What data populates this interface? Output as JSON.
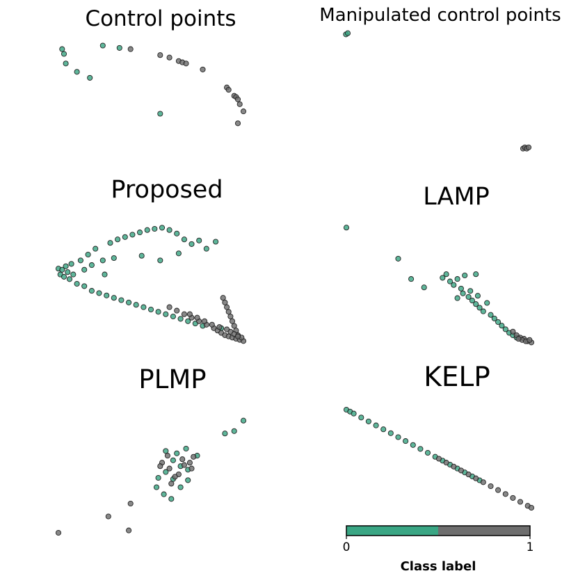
{
  "colors": {
    "class0": "#3aa684",
    "class1": "#6e6e6e",
    "edge": "#222222"
  },
  "chart_data": [
    {
      "type": "scatter",
      "title": "Control points",
      "grid": false,
      "axes_visible": false,
      "xlim": [
        0,
        1
      ],
      "ylim": [
        0,
        1
      ],
      "points": [
        [
          0.02,
          0.88,
          0
        ],
        [
          0.03,
          0.84,
          0
        ],
        [
          0.04,
          0.76,
          0
        ],
        [
          0.1,
          0.69,
          0
        ],
        [
          0.17,
          0.64,
          0
        ],
        [
          0.24,
          0.91,
          0
        ],
        [
          0.33,
          0.89,
          0
        ],
        [
          0.55,
          0.34,
          0
        ],
        [
          0.39,
          0.88,
          1
        ],
        [
          0.55,
          0.83,
          1
        ],
        [
          0.6,
          0.81,
          1
        ],
        [
          0.65,
          0.78,
          1
        ],
        [
          0.67,
          0.77,
          1
        ],
        [
          0.69,
          0.76,
          1
        ],
        [
          0.78,
          0.71,
          1
        ],
        [
          0.91,
          0.56,
          1
        ],
        [
          0.92,
          0.54,
          1
        ],
        [
          0.95,
          0.49,
          1
        ],
        [
          0.96,
          0.48,
          1
        ],
        [
          0.97,
          0.46,
          1
        ],
        [
          0.98,
          0.42,
          1
        ],
        [
          1.0,
          0.36,
          1
        ],
        [
          0.97,
          0.26,
          1
        ]
      ]
    },
    {
      "type": "scatter",
      "title": "Manipulated control points",
      "grid": false,
      "axes_visible": false,
      "xlim": [
        0,
        1
      ],
      "ylim": [
        0,
        1
      ],
      "points": [
        [
          0.02,
          0.98,
          0
        ],
        [
          0.03,
          0.99,
          0
        ],
        [
          0.97,
          0.02,
          1
        ],
        [
          0.98,
          0.03,
          1
        ],
        [
          0.99,
          0.02,
          1
        ],
        [
          1.0,
          0.03,
          1
        ]
      ]
    },
    {
      "type": "scatter",
      "title": "Proposed",
      "grid": false,
      "axes_visible": false,
      "xlim": [
        0,
        1
      ],
      "ylim": [
        0,
        1
      ],
      "points": [
        [
          0.0,
          0.63,
          0
        ],
        [
          0.01,
          0.58,
          0
        ],
        [
          0.02,
          0.62,
          0
        ],
        [
          0.03,
          0.56,
          0
        ],
        [
          0.04,
          0.65,
          0
        ],
        [
          0.05,
          0.6,
          0
        ],
        [
          0.06,
          0.54,
          0
        ],
        [
          0.07,
          0.67,
          0
        ],
        [
          0.08,
          0.58,
          0
        ],
        [
          0.1,
          0.5,
          0
        ],
        [
          0.12,
          0.7,
          0
        ],
        [
          0.14,
          0.48,
          0
        ],
        [
          0.16,
          0.75,
          0
        ],
        [
          0.18,
          0.44,
          0
        ],
        [
          0.2,
          0.8,
          0
        ],
        [
          0.22,
          0.42,
          0
        ],
        [
          0.24,
          0.7,
          0
        ],
        [
          0.26,
          0.4,
          0
        ],
        [
          0.28,
          0.85,
          0
        ],
        [
          0.3,
          0.38,
          0
        ],
        [
          0.32,
          0.88,
          0
        ],
        [
          0.34,
          0.36,
          0
        ],
        [
          0.36,
          0.9,
          0
        ],
        [
          0.38,
          0.34,
          0
        ],
        [
          0.4,
          0.92,
          0
        ],
        [
          0.42,
          0.32,
          0
        ],
        [
          0.44,
          0.94,
          0
        ],
        [
          0.46,
          0.3,
          0
        ],
        [
          0.48,
          0.96,
          0
        ],
        [
          0.5,
          0.28,
          0
        ],
        [
          0.52,
          0.97,
          0
        ],
        [
          0.54,
          0.26,
          0
        ],
        [
          0.56,
          0.98,
          0
        ],
        [
          0.58,
          0.24,
          0
        ],
        [
          0.6,
          0.96,
          0
        ],
        [
          0.62,
          0.22,
          0
        ],
        [
          0.64,
          0.93,
          0
        ],
        [
          0.66,
          0.2,
          0
        ],
        [
          0.68,
          0.88,
          0
        ],
        [
          0.7,
          0.18,
          0
        ],
        [
          0.72,
          0.84,
          0
        ],
        [
          0.74,
          0.16,
          0
        ],
        [
          0.76,
          0.87,
          0
        ],
        [
          0.78,
          0.14,
          0
        ],
        [
          0.8,
          0.8,
          0
        ],
        [
          0.85,
          0.86,
          0
        ],
        [
          0.88,
          0.12,
          0
        ],
        [
          0.14,
          0.62,
          0
        ],
        [
          0.18,
          0.66,
          0
        ],
        [
          0.25,
          0.58,
          0
        ],
        [
          0.3,
          0.72,
          0
        ],
        [
          0.45,
          0.74,
          0
        ],
        [
          0.55,
          0.7,
          0
        ],
        [
          0.65,
          0.76,
          0
        ],
        [
          0.6,
          0.3,
          1
        ],
        [
          0.64,
          0.27,
          1
        ],
        [
          0.68,
          0.24,
          1
        ],
        [
          0.72,
          0.21,
          1
        ],
        [
          0.76,
          0.18,
          1
        ],
        [
          0.8,
          0.15,
          1
        ],
        [
          0.84,
          0.12,
          1
        ],
        [
          0.86,
          0.1,
          1
        ],
        [
          0.88,
          0.08,
          1
        ],
        [
          0.9,
          0.06,
          1
        ],
        [
          0.92,
          0.05,
          1
        ],
        [
          0.94,
          0.04,
          1
        ],
        [
          0.96,
          0.03,
          1
        ],
        [
          0.98,
          0.02,
          1
        ],
        [
          1.0,
          0.01,
          1
        ],
        [
          0.89,
          0.38,
          1
        ],
        [
          0.9,
          0.34,
          1
        ],
        [
          0.91,
          0.3,
          1
        ],
        [
          0.92,
          0.26,
          1
        ],
        [
          0.93,
          0.22,
          1
        ],
        [
          0.94,
          0.18,
          1
        ],
        [
          0.95,
          0.14,
          1
        ],
        [
          0.96,
          0.1,
          1
        ],
        [
          0.97,
          0.06,
          1
        ],
        [
          0.99,
          0.04,
          1
        ],
        [
          0.93,
          0.09,
          1
        ],
        [
          0.95,
          0.07,
          1
        ],
        [
          0.97,
          0.05,
          1
        ],
        [
          0.91,
          0.11,
          1
        ],
        [
          0.87,
          0.13,
          1
        ],
        [
          0.83,
          0.15,
          1
        ],
        [
          0.79,
          0.18,
          1
        ],
        [
          0.75,
          0.21,
          1
        ],
        [
          0.71,
          0.24,
          1
        ]
      ]
    },
    {
      "type": "scatter",
      "title": "LAMP",
      "grid": false,
      "axes_visible": false,
      "xlim": [
        0,
        1
      ],
      "ylim": [
        0,
        1
      ],
      "points": [
        [
          0.0,
          0.97,
          0
        ],
        [
          0.28,
          0.71,
          0
        ],
        [
          0.35,
          0.54,
          0
        ],
        [
          0.42,
          0.47,
          0
        ],
        [
          0.52,
          0.55,
          0
        ],
        [
          0.54,
          0.58,
          0
        ],
        [
          0.56,
          0.52,
          0
        ],
        [
          0.58,
          0.49,
          0
        ],
        [
          0.6,
          0.54,
          0
        ],
        [
          0.62,
          0.46,
          0
        ],
        [
          0.63,
          0.42,
          0
        ],
        [
          0.64,
          0.57,
          0
        ],
        [
          0.66,
          0.39,
          0
        ],
        [
          0.67,
          0.44,
          0
        ],
        [
          0.68,
          0.36,
          0
        ],
        [
          0.7,
          0.33,
          0
        ],
        [
          0.71,
          0.4,
          0
        ],
        [
          0.72,
          0.3,
          0
        ],
        [
          0.74,
          0.27,
          0
        ],
        [
          0.76,
          0.34,
          0
        ],
        [
          0.78,
          0.24,
          0
        ],
        [
          0.8,
          0.21,
          0
        ],
        [
          0.82,
          0.18,
          0
        ],
        [
          0.84,
          0.15,
          0
        ],
        [
          0.86,
          0.12,
          0
        ],
        [
          0.88,
          0.09,
          0
        ],
        [
          0.9,
          0.07,
          0
        ],
        [
          0.92,
          0.05,
          0
        ],
        [
          0.7,
          0.58,
          0
        ],
        [
          0.6,
          0.38,
          0
        ],
        [
          0.9,
          0.1,
          1
        ],
        [
          0.92,
          0.07,
          1
        ],
        [
          0.94,
          0.05,
          1
        ],
        [
          0.96,
          0.04,
          1
        ],
        [
          0.98,
          0.02,
          1
        ],
        [
          1.0,
          0.01,
          1
        ],
        [
          0.95,
          0.03,
          1
        ],
        [
          0.97,
          0.02,
          1
        ],
        [
          0.93,
          0.04,
          1
        ],
        [
          0.99,
          0.03,
          1
        ]
      ]
    },
    {
      "type": "scatter",
      "title": "PLMP",
      "grid": false,
      "axes_visible": false,
      "xlim": [
        0,
        1
      ],
      "ylim": [
        0,
        1
      ],
      "points": [
        [
          0.0,
          0.0,
          1
        ],
        [
          0.27,
          0.14,
          1
        ],
        [
          0.39,
          0.25,
          1
        ],
        [
          0.38,
          0.02,
          1
        ],
        [
          0.53,
          0.39,
          0
        ],
        [
          0.57,
          0.33,
          0
        ],
        [
          0.61,
          0.29,
          0
        ],
        [
          0.66,
          0.39,
          0
        ],
        [
          0.62,
          0.62,
          0
        ],
        [
          0.66,
          0.57,
          0
        ],
        [
          0.7,
          0.54,
          0
        ],
        [
          0.58,
          0.52,
          0
        ],
        [
          0.54,
          0.47,
          0
        ],
        [
          0.62,
          0.46,
          0
        ],
        [
          0.7,
          0.45,
          0
        ],
        [
          0.75,
          0.66,
          0
        ],
        [
          0.9,
          0.85,
          0
        ],
        [
          0.95,
          0.87,
          0
        ],
        [
          1.0,
          0.96,
          0
        ],
        [
          0.58,
          0.7,
          0
        ],
        [
          0.64,
          0.68,
          0
        ],
        [
          0.69,
          0.72,
          0
        ],
        [
          0.73,
          0.65,
          1
        ],
        [
          0.56,
          0.6,
          1
        ],
        [
          0.6,
          0.55,
          1
        ],
        [
          0.65,
          0.5,
          1
        ],
        [
          0.68,
          0.58,
          1
        ],
        [
          0.72,
          0.55,
          1
        ],
        [
          0.61,
          0.42,
          1
        ],
        [
          0.55,
          0.57,
          1
        ],
        [
          0.67,
          0.63,
          1
        ],
        [
          0.63,
          0.48,
          1
        ],
        [
          0.59,
          0.66,
          1
        ],
        [
          0.71,
          0.6,
          1
        ]
      ]
    },
    {
      "type": "scatter",
      "title": "KELP",
      "grid": false,
      "axes_visible": false,
      "xlim": [
        0,
        1
      ],
      "ylim": [
        0,
        1
      ],
      "points": [
        [
          0.0,
          1.0,
          0
        ],
        [
          0.02,
          0.98,
          0
        ],
        [
          0.04,
          0.96,
          0
        ],
        [
          0.08,
          0.92,
          0
        ],
        [
          0.12,
          0.88,
          0
        ],
        [
          0.16,
          0.84,
          0
        ],
        [
          0.2,
          0.8,
          0
        ],
        [
          0.24,
          0.76,
          0
        ],
        [
          0.28,
          0.72,
          0
        ],
        [
          0.32,
          0.68,
          0
        ],
        [
          0.36,
          0.64,
          0
        ],
        [
          0.4,
          0.6,
          0
        ],
        [
          0.44,
          0.56,
          0
        ],
        [
          0.48,
          0.52,
          0
        ],
        [
          0.52,
          0.48,
          0
        ],
        [
          0.56,
          0.44,
          0
        ],
        [
          0.6,
          0.4,
          0
        ],
        [
          0.64,
          0.36,
          0
        ],
        [
          0.68,
          0.32,
          0
        ],
        [
          0.72,
          0.28,
          0
        ],
        [
          0.5,
          0.5,
          1
        ],
        [
          0.54,
          0.46,
          1
        ],
        [
          0.58,
          0.42,
          1
        ],
        [
          0.62,
          0.38,
          1
        ],
        [
          0.66,
          0.34,
          1
        ],
        [
          0.7,
          0.3,
          1
        ],
        [
          0.74,
          0.26,
          1
        ],
        [
          0.78,
          0.22,
          1
        ],
        [
          0.82,
          0.18,
          1
        ],
        [
          0.86,
          0.14,
          1
        ],
        [
          0.9,
          0.1,
          1
        ],
        [
          0.94,
          0.06,
          1
        ],
        [
          0.98,
          0.02,
          1
        ],
        [
          1.0,
          0.0,
          1
        ]
      ]
    }
  ],
  "colorbar": {
    "label": "Class label",
    "ticks": [
      "0",
      "1"
    ],
    "segments": [
      {
        "from": 0,
        "to": 0.5,
        "color": "#3aa684"
      },
      {
        "from": 0.5,
        "to": 1,
        "color": "#6e6e6e"
      }
    ]
  }
}
